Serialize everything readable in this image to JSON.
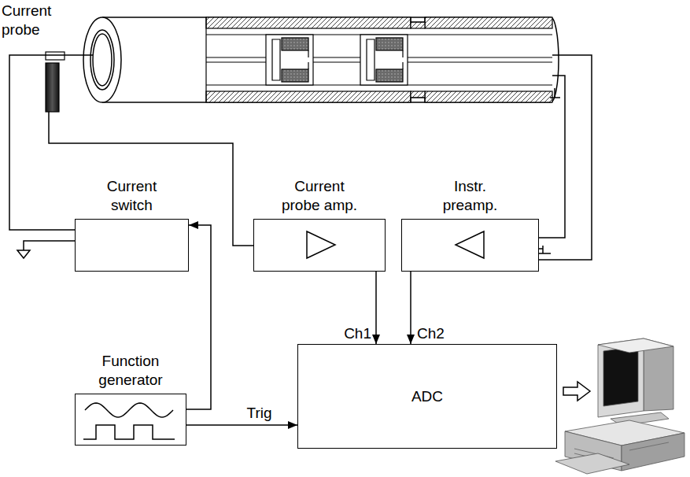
{
  "diagram": {
    "nodes": [
      {
        "text": [
          "Current switch"
        ]
      },
      {
        "text": [
          "Current probe amp."
        ]
      },
      {
        "text": [
          "Instr. preamp."
        ]
      },
      {
        "text": [
          "Function generator"
        ]
      },
      {
        "text": [
          "ADC"
        ]
      }
    ],
    "edges": [
      {
        "from": 3,
        "to": 0,
        "arrow": "to"
      },
      {
        "from": 3,
        "to": 4,
        "label": "Trig",
        "arrow": "to"
      },
      {
        "from": 1,
        "to": 4,
        "arrow": "to"
      },
      {
        "from": 2,
        "to": 4,
        "arrow": "to"
      }
    ],
    "labels": [
      "Current probe",
      "Ch1",
      "Ch2"
    ]
  }
}
